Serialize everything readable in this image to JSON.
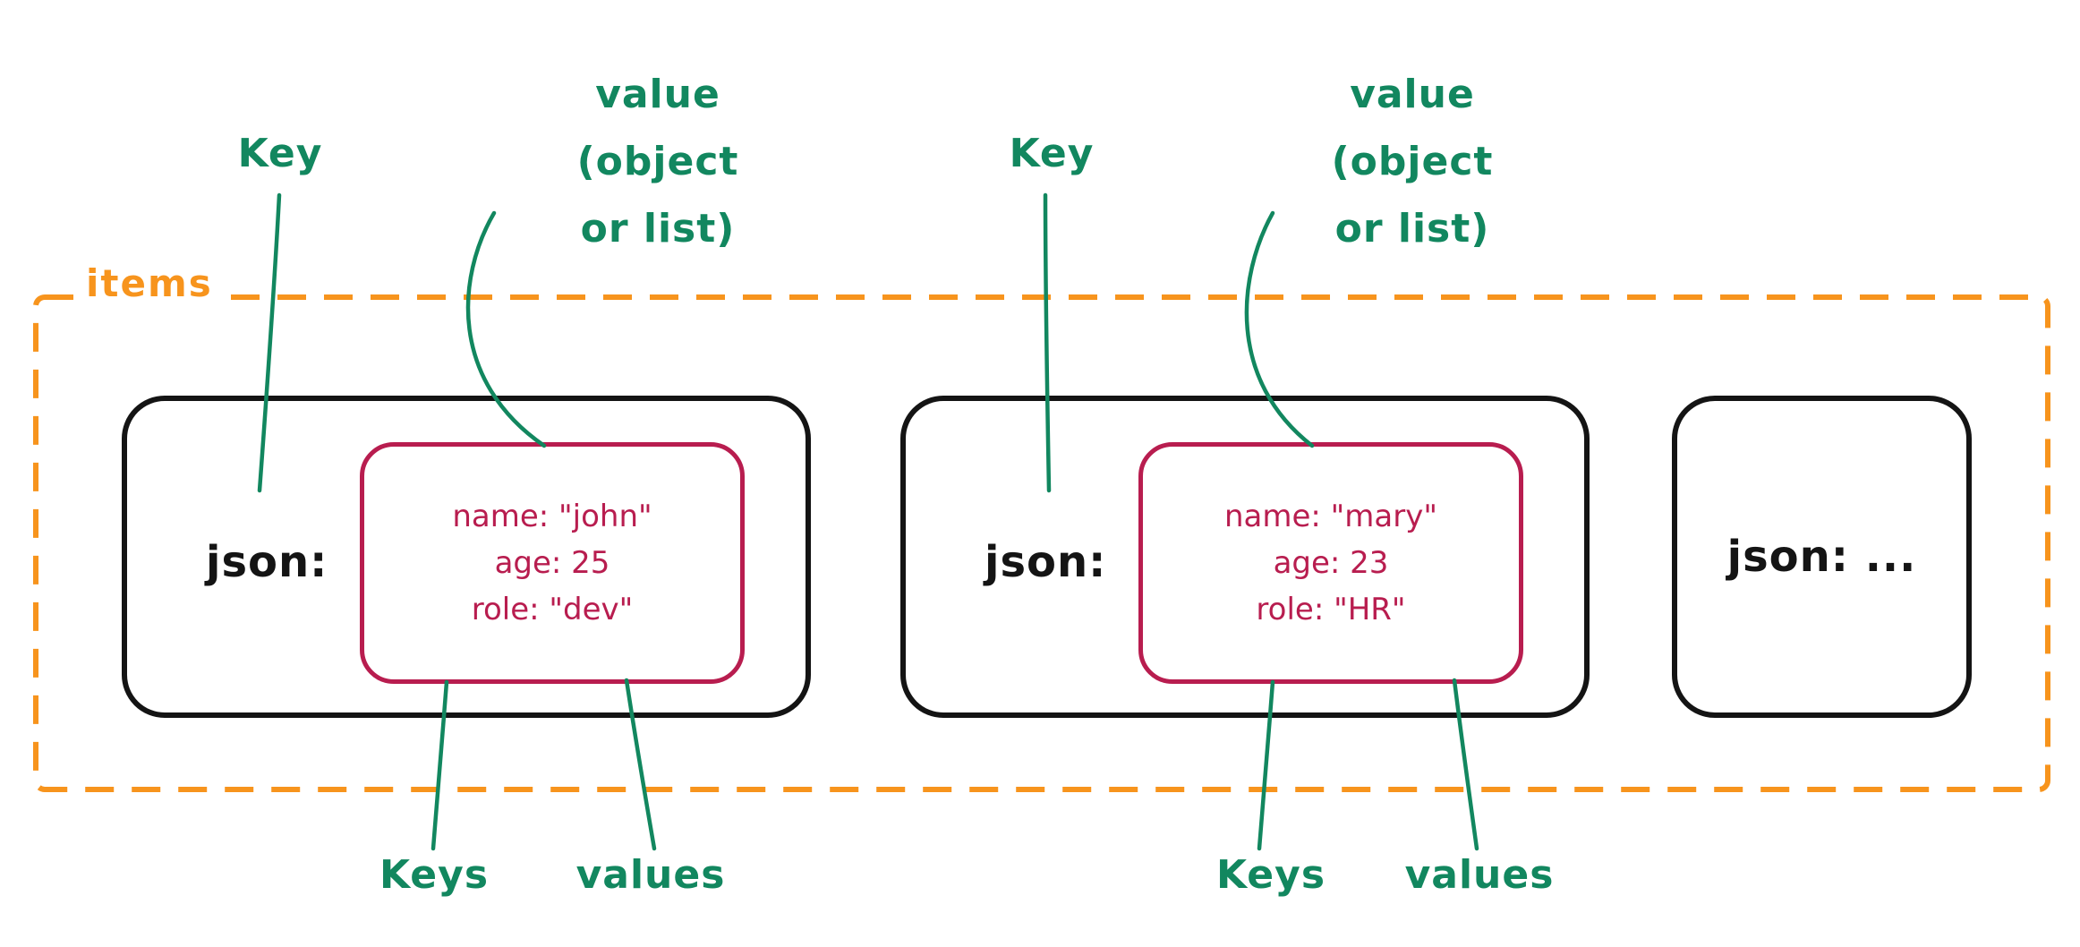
{
  "diagram": {
    "items_label": "items",
    "annotations": {
      "key1": "Key",
      "key2": "Key",
      "value1_line1": "value",
      "value1_line2": "(object",
      "value1_line3": "or list)",
      "value2_line1": "value",
      "value2_line2": "(object",
      "value2_line3": "or list)",
      "keys1": "Keys",
      "values1": "values",
      "keys2": "Keys",
      "values2": "values"
    },
    "boxes": [
      {
        "key_label": "json:",
        "fields": [
          "name: \"john\"",
          "age: 25",
          "role: \"dev\""
        ]
      },
      {
        "key_label": "json:",
        "fields": [
          "name: \"mary\"",
          "age: 23",
          "role: \"HR\""
        ]
      },
      {
        "key_label": "json: ..."
      }
    ],
    "colors": {
      "green": "#12875f",
      "orange": "#f7941d",
      "crimson": "#b81d4f",
      "black": "#141414"
    }
  }
}
